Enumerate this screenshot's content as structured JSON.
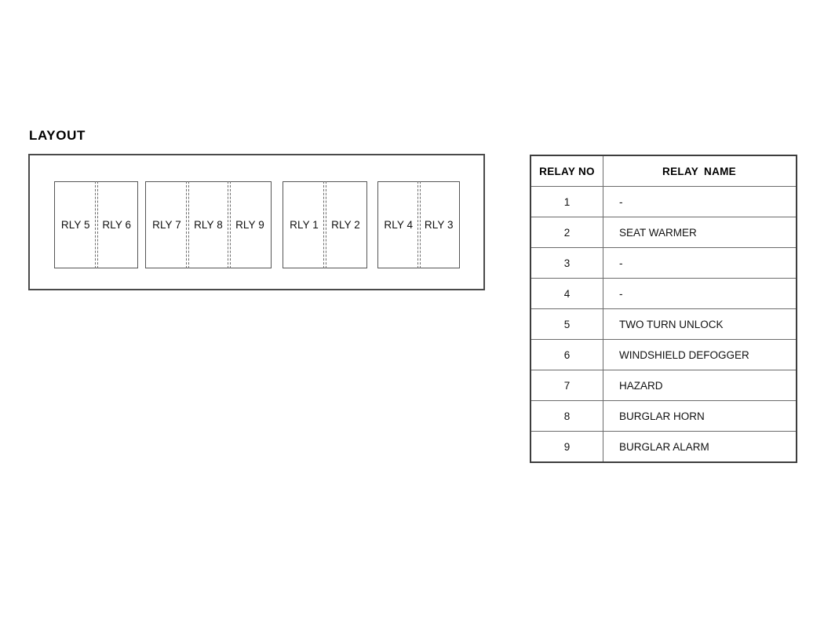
{
  "page": {
    "background": "#ffffff",
    "line_color": "#4a4a4a",
    "text_color": "#111111"
  },
  "layout": {
    "title": "LAYOUT",
    "blocks": [
      {
        "id": "block-1",
        "cells": [
          "RLY 5",
          "RLY 6"
        ]
      },
      {
        "id": "block-2",
        "cells": [
          "RLY 7",
          "RLY 8",
          "RLY 9"
        ]
      },
      {
        "id": "block-3",
        "cells": [
          "RLY 1",
          "RLY 2"
        ]
      },
      {
        "id": "block-4",
        "cells": [
          "RLY 4",
          "RLY 3"
        ]
      }
    ]
  },
  "relay_table": {
    "headers": {
      "number": "RELAY NO",
      "name_part1": "RELAY",
      "name_part2": "NAME",
      "name_full": "RELAY  NAME"
    },
    "rows": [
      {
        "no": "1",
        "name": "-"
      },
      {
        "no": "2",
        "name": "SEAT WARMER"
      },
      {
        "no": "3",
        "name": "-"
      },
      {
        "no": "4",
        "name": "-"
      },
      {
        "no": "5",
        "name": "TWO TURN UNLOCK"
      },
      {
        "no": "6",
        "name": "WINDSHIELD DEFOGGER"
      },
      {
        "no": "7",
        "name": "HAZARD"
      },
      {
        "no": "8",
        "name": "BURGLAR HORN"
      },
      {
        "no": "9",
        "name": "BURGLAR ALARM"
      }
    ]
  }
}
